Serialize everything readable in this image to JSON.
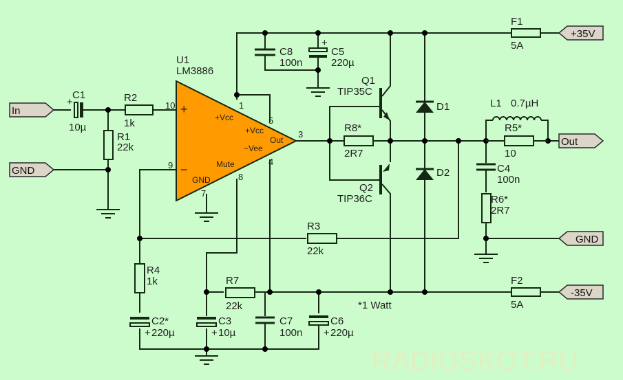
{
  "diagram": {
    "title": "LM3886 power amplifier with TIP35C/TIP36C output stage",
    "ports": {
      "in": "In",
      "gnd_in": "GND",
      "vpos": "+35V",
      "out": "Out",
      "gnd_out": "GND",
      "vneg": "-35V"
    },
    "ic": {
      "ref": "U1",
      "part": "LM3886",
      "plus": "+",
      "minus": "−",
      "vcc1": "+Vcc",
      "vcc2": "+Vcc",
      "vee": "−Vee",
      "out": "Out",
      "mute": "Mute",
      "gnd": "GND",
      "pins": {
        "p10": "10",
        "p9": "9",
        "p1": "1",
        "p5": "5",
        "p3": "3",
        "p4": "4",
        "p8": "8",
        "p7": "7"
      }
    },
    "components": {
      "C1": {
        "ref": "C1",
        "value": "10µ"
      },
      "R1": {
        "ref": "R1",
        "value": "22k"
      },
      "R2": {
        "ref": "R2",
        "value": "1k"
      },
      "C8": {
        "ref": "C8",
        "value": "100n"
      },
      "C5": {
        "ref": "C5",
        "value": "220µ"
      },
      "Q1": {
        "ref": "Q1",
        "value": "TIP35C"
      },
      "Q2": {
        "ref": "Q2",
        "value": "TIP36C"
      },
      "R8": {
        "ref": "R8*",
        "value": "2R7"
      },
      "D1": {
        "ref": "D1"
      },
      "D2": {
        "ref": "D2"
      },
      "F1": {
        "ref": "F1",
        "value": "5A"
      },
      "F2": {
        "ref": "F2",
        "value": "5A"
      },
      "L1": {
        "ref": "L1",
        "value": "0.7µH"
      },
      "R5": {
        "ref": "R5*",
        "value": "10"
      },
      "C4": {
        "ref": "C4",
        "value": "100n"
      },
      "R6": {
        "ref": "R6*",
        "value": "2R7"
      },
      "R3": {
        "ref": "R3",
        "value": "22k"
      },
      "R4": {
        "ref": "R4",
        "value": "1k"
      },
      "C2": {
        "ref": "C2*",
        "value": "220µ"
      },
      "C3": {
        "ref": "C3",
        "value": "10µ"
      },
      "R7": {
        "ref": "R7",
        "value": "22k"
      },
      "C7": {
        "ref": "C7",
        "value": "100n"
      },
      "C6": {
        "ref": "C6",
        "value": "220µ"
      }
    },
    "plus_sign": "+",
    "note": "*1 Watt",
    "watermark": "RADIOSKOT.RU"
  }
}
